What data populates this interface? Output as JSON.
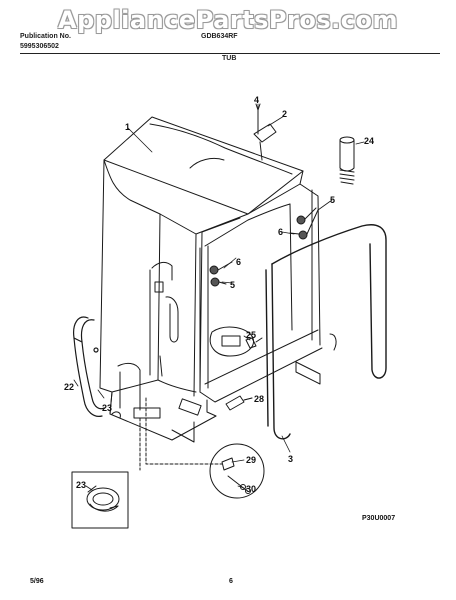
{
  "watermark": "AppliancePartsPros.com",
  "header": {
    "publication_label": "Publication No.",
    "publication_number": "5995306502",
    "model": "GDB634RF",
    "section_title": "TUB"
  },
  "callouts": {
    "c1": "1",
    "c2": "2",
    "c3": "3",
    "c4": "4",
    "c5a": "5",
    "c5b": "5",
    "c6a": "6",
    "c6b": "6",
    "c22": "22",
    "c23a": "23",
    "c23b": "23",
    "c24": "24",
    "c25": "25",
    "c28": "28",
    "c29": "29",
    "c30": "30"
  },
  "diagram_code": "P30U0007",
  "footer": {
    "date": "5/96",
    "page_number": "6"
  },
  "colors": {
    "line": "#1a1a1a",
    "watermark_outline": "#9a9a9a"
  }
}
